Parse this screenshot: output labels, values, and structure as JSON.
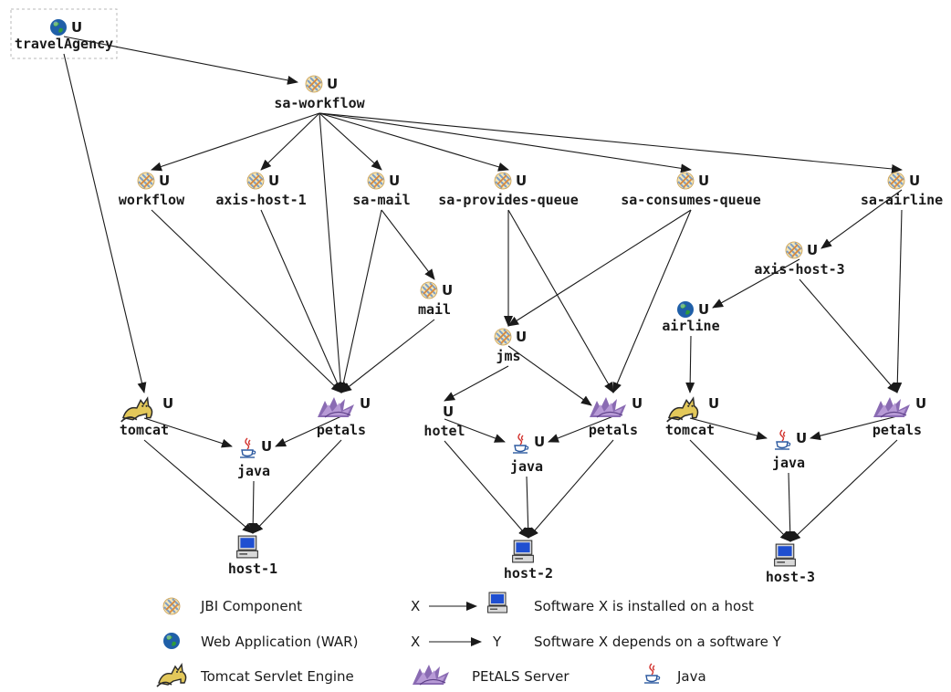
{
  "nodes": [
    {
      "id": "travelAgency",
      "label": "travelAgency",
      "icon": "war",
      "status": "U",
      "selected": true
    },
    {
      "id": "sa-workflow",
      "label": "sa-workflow",
      "icon": "jbi",
      "status": "U"
    },
    {
      "id": "workflow",
      "label": "workflow",
      "icon": "jbi",
      "status": "U"
    },
    {
      "id": "axis-host-1",
      "label": "axis-host-1",
      "icon": "jbi",
      "status": "U"
    },
    {
      "id": "sa-mail",
      "label": "sa-mail",
      "icon": "jbi",
      "status": "U"
    },
    {
      "id": "sa-provides-queue",
      "label": "sa-provides-queue",
      "icon": "jbi",
      "status": "U"
    },
    {
      "id": "sa-consumes-queue",
      "label": "sa-consumes-queue",
      "icon": "jbi",
      "status": "U"
    },
    {
      "id": "sa-airline",
      "label": "sa-airline",
      "icon": "jbi",
      "status": "U"
    },
    {
      "id": "mail",
      "label": "mail",
      "icon": "jbi",
      "status": "U"
    },
    {
      "id": "axis-host-3",
      "label": "axis-host-3",
      "icon": "jbi",
      "status": "U"
    },
    {
      "id": "airline",
      "label": "airline",
      "icon": "war",
      "status": "U"
    },
    {
      "id": "jms",
      "label": "jms",
      "icon": "jbi",
      "status": "U"
    },
    {
      "id": "tomcat1",
      "label": "tomcat",
      "icon": "tomcat",
      "status": "U"
    },
    {
      "id": "petals1",
      "label": "petals",
      "icon": "petals",
      "status": "U"
    },
    {
      "id": "hotel",
      "label": "hotel",
      "icon": "none",
      "status": "U"
    },
    {
      "id": "petals2",
      "label": "petals",
      "icon": "petals",
      "status": "U"
    },
    {
      "id": "tomcat3",
      "label": "tomcat",
      "icon": "tomcat",
      "status": "U"
    },
    {
      "id": "petals3",
      "label": "petals",
      "icon": "petals",
      "status": "U"
    },
    {
      "id": "java1",
      "label": "java",
      "icon": "java",
      "status": "U"
    },
    {
      "id": "java2",
      "label": "java",
      "icon": "java",
      "status": "U"
    },
    {
      "id": "java3",
      "label": "java",
      "icon": "java",
      "status": "U"
    },
    {
      "id": "host-1",
      "label": "host-1",
      "icon": "host",
      "status": ""
    },
    {
      "id": "host-2",
      "label": "host-2",
      "icon": "host",
      "status": ""
    },
    {
      "id": "host-3",
      "label": "host-3",
      "icon": "host",
      "status": ""
    }
  ],
  "edges": [
    [
      "travelAgency",
      "sa-workflow"
    ],
    [
      "travelAgency",
      "tomcat1"
    ],
    [
      "sa-workflow",
      "workflow"
    ],
    [
      "sa-workflow",
      "axis-host-1"
    ],
    [
      "sa-workflow",
      "sa-mail"
    ],
    [
      "sa-workflow",
      "sa-provides-queue"
    ],
    [
      "sa-workflow",
      "sa-consumes-queue"
    ],
    [
      "sa-workflow",
      "sa-airline"
    ],
    [
      "sa-workflow",
      "petals1"
    ],
    [
      "workflow",
      "petals1"
    ],
    [
      "axis-host-1",
      "petals1"
    ],
    [
      "sa-mail",
      "petals1"
    ],
    [
      "sa-mail",
      "mail"
    ],
    [
      "mail",
      "petals1"
    ],
    [
      "sa-provides-queue",
      "jms"
    ],
    [
      "sa-provides-queue",
      "petals2"
    ],
    [
      "sa-consumes-queue",
      "jms"
    ],
    [
      "sa-consumes-queue",
      "petals2"
    ],
    [
      "jms",
      "hotel"
    ],
    [
      "jms",
      "petals2"
    ],
    [
      "sa-airline",
      "axis-host-3"
    ],
    [
      "sa-airline",
      "petals3"
    ],
    [
      "axis-host-3",
      "airline"
    ],
    [
      "axis-host-3",
      "petals3"
    ],
    [
      "airline",
      "tomcat3"
    ],
    [
      "tomcat1",
      "java1"
    ],
    [
      "petals1",
      "java1"
    ],
    [
      "tomcat1",
      "host-1"
    ],
    [
      "java1",
      "host-1"
    ],
    [
      "petals1",
      "host-1"
    ],
    [
      "hotel",
      "java2"
    ],
    [
      "petals2",
      "java2"
    ],
    [
      "hotel",
      "host-2"
    ],
    [
      "java2",
      "host-2"
    ],
    [
      "petals2",
      "host-2"
    ],
    [
      "tomcat3",
      "java3"
    ],
    [
      "petals3",
      "java3"
    ],
    [
      "tomcat3",
      "host-3"
    ],
    [
      "java3",
      "host-3"
    ],
    [
      "petals3",
      "host-3"
    ]
  ],
  "legend": {
    "jbi": "JBI Component",
    "war": "Web Application (WAR)",
    "tomcat": "Tomcat Servlet Engine",
    "host_x": "X",
    "host_text": "Software X is installed on a host",
    "dep_x": "X",
    "dep_y": "Y",
    "dep_text": "Software X depends on a software Y",
    "petals": "PEtALS Server",
    "java": "Java"
  }
}
